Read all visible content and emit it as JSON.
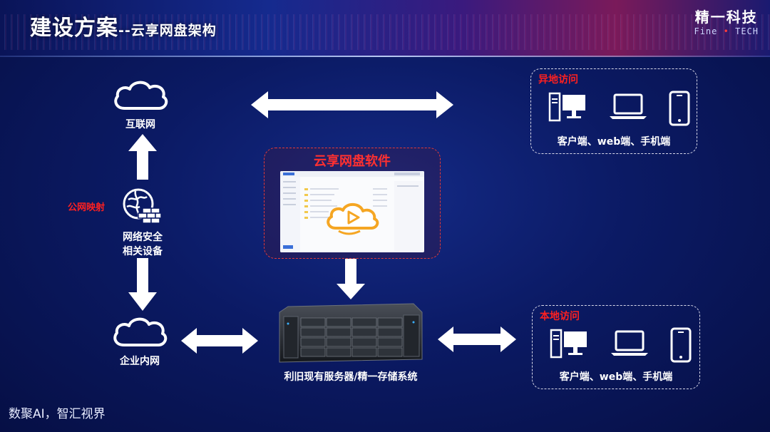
{
  "header": {
    "title_main": "建设方案",
    "title_sub": "--云享网盘架构",
    "logo_cn": "精一科技",
    "logo_en_left": "Fine",
    "logo_en_right": "TECH"
  },
  "nodes": {
    "internet": "互联网",
    "network_security_line1": "网络安全",
    "network_security_line2": "相关设备",
    "public_mapping": "公网映射",
    "intranet": "企业内网",
    "server": "利旧现有服务器/精一存储系统"
  },
  "remote_access": {
    "title": "异地访问",
    "devices_label": "客户端、web端、手机端"
  },
  "local_access": {
    "title": "本地访问",
    "devices_label": "客户端、web端、手机端"
  },
  "software": {
    "title": "云享网盘软件"
  },
  "footer": {
    "text": "数聚AI，智汇视界"
  },
  "colors": {
    "accent_red": "#ff2020",
    "cloud_orange": "#f5a623"
  },
  "icons": [
    "cloud-icon",
    "firewall-icon",
    "desktop-icon",
    "laptop-icon",
    "phone-icon",
    "server-icon",
    "cloud-play-icon"
  ]
}
